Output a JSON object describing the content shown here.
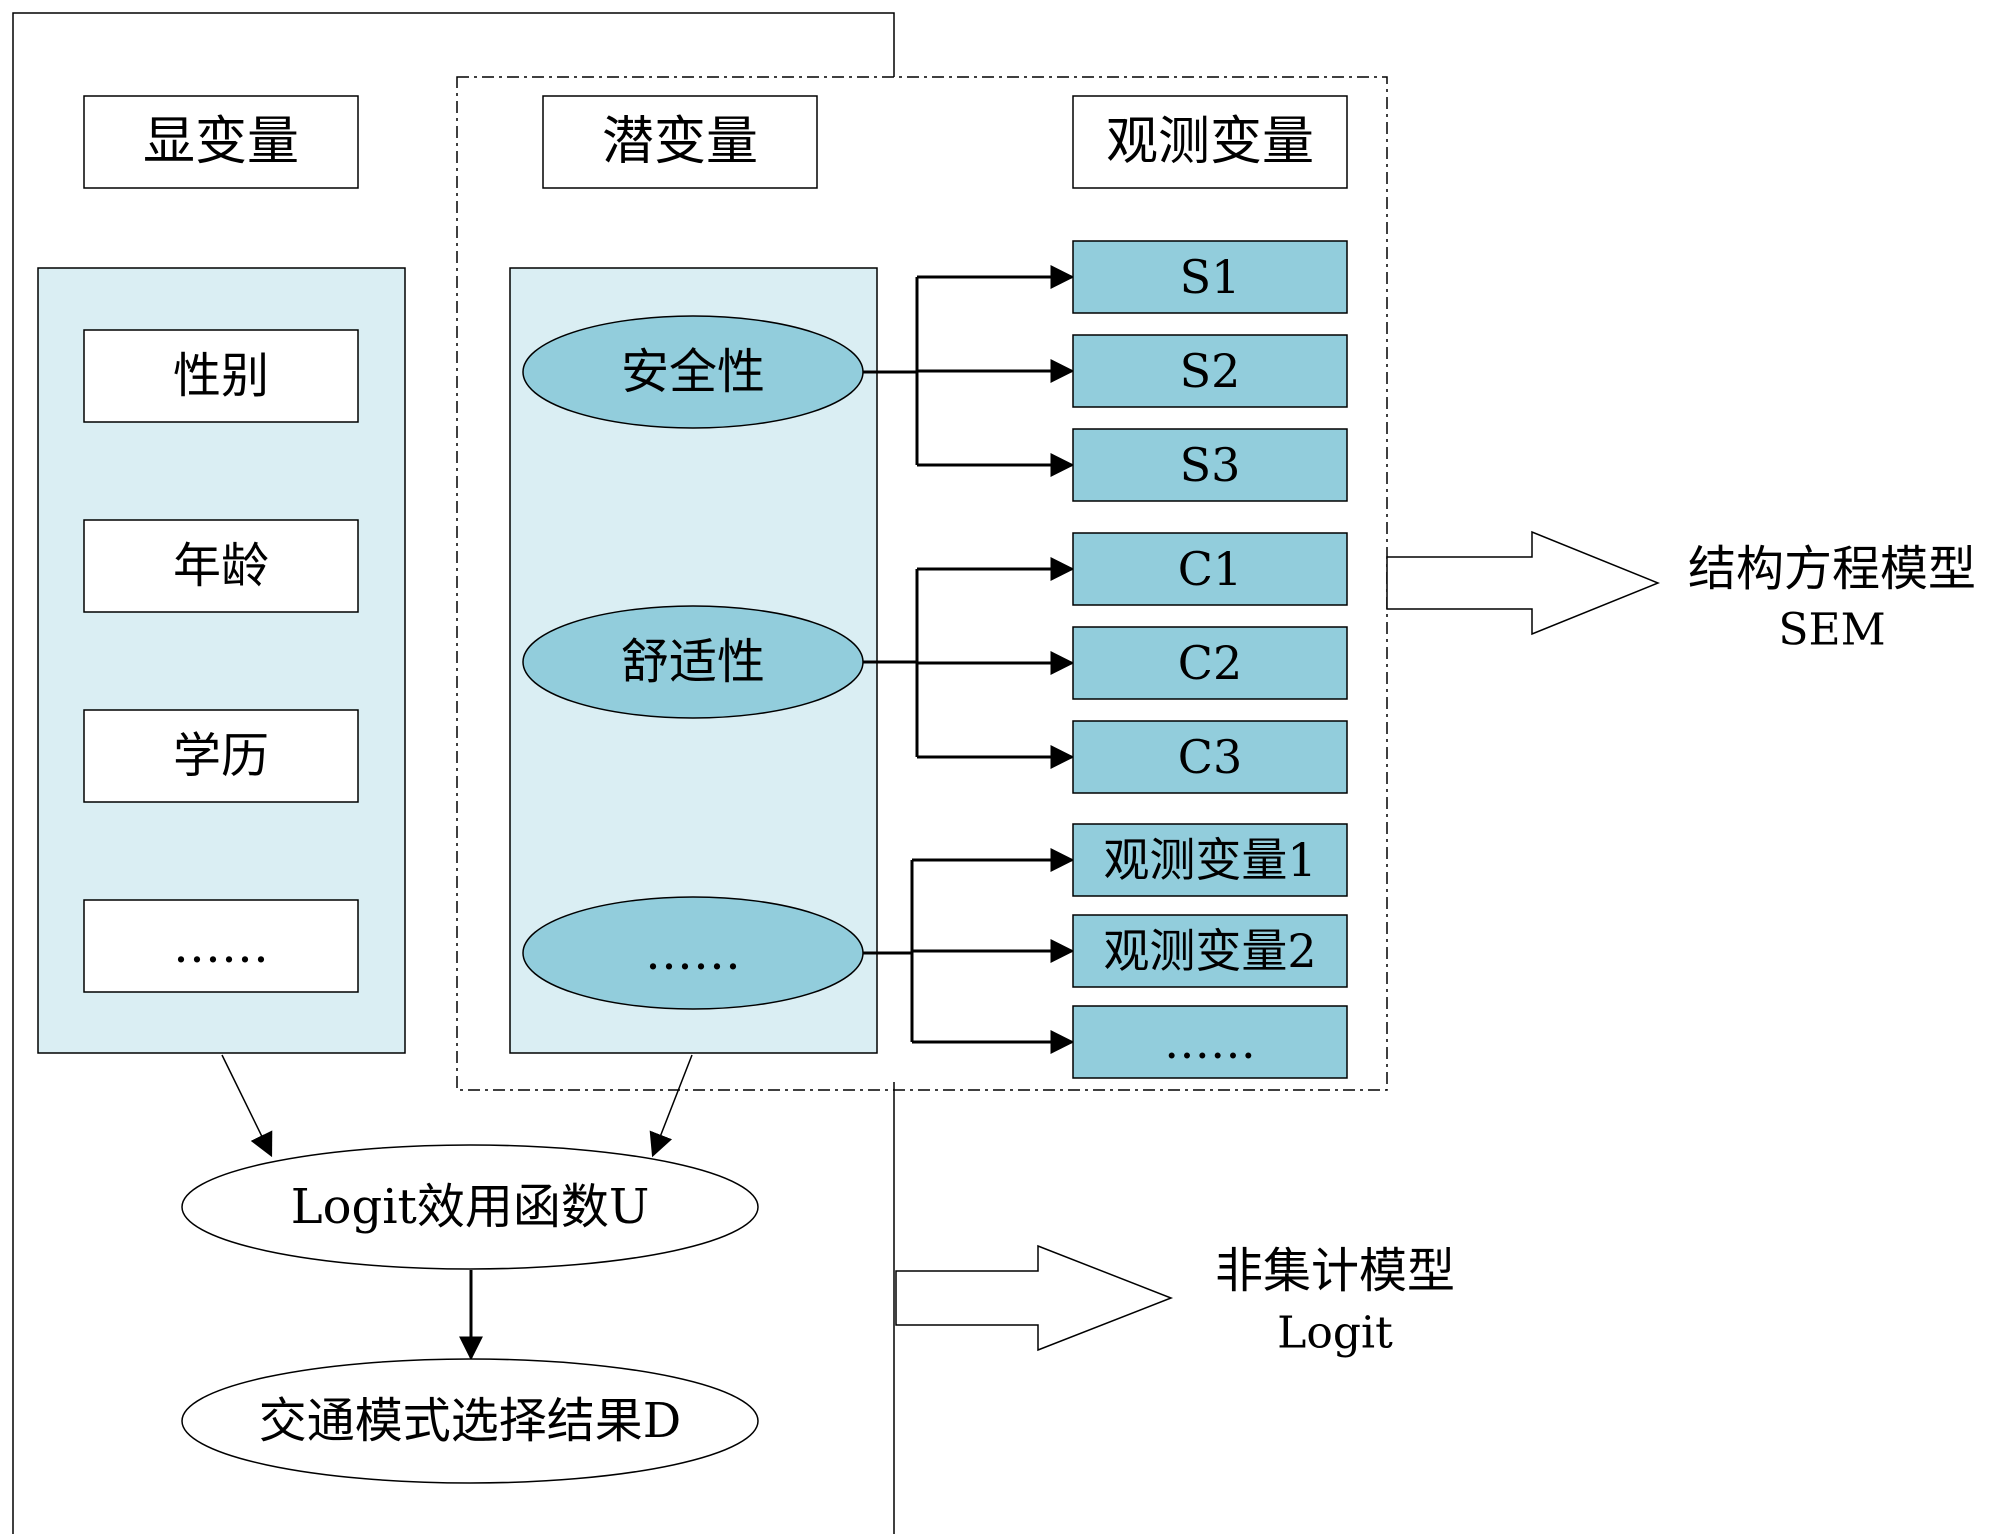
{
  "headers": {
    "manifest": "显变量",
    "latent": "潜变量",
    "observed": "观测变量"
  },
  "manifest_variables": [
    "性别",
    "年龄",
    "学历",
    "……"
  ],
  "latent_variables": [
    "安全性",
    "舒适性",
    "……"
  ],
  "observed_variables": [
    "S1",
    "S2",
    "S3",
    "C1",
    "C2",
    "C3",
    "观测变量1",
    "观测变量2",
    "……"
  ],
  "utility_function": "Logit效用函数U",
  "result": "交通模式选择结果D",
  "sem_label": {
    "title": "结构方程模型",
    "abbr": "SEM"
  },
  "logit_label": {
    "title": "非集计模型",
    "abbr": "Logit"
  },
  "colors": {
    "panel_fill": "#daeef3",
    "node_fill": "#92cddc",
    "stroke": "#000000",
    "background": "#ffffff"
  }
}
